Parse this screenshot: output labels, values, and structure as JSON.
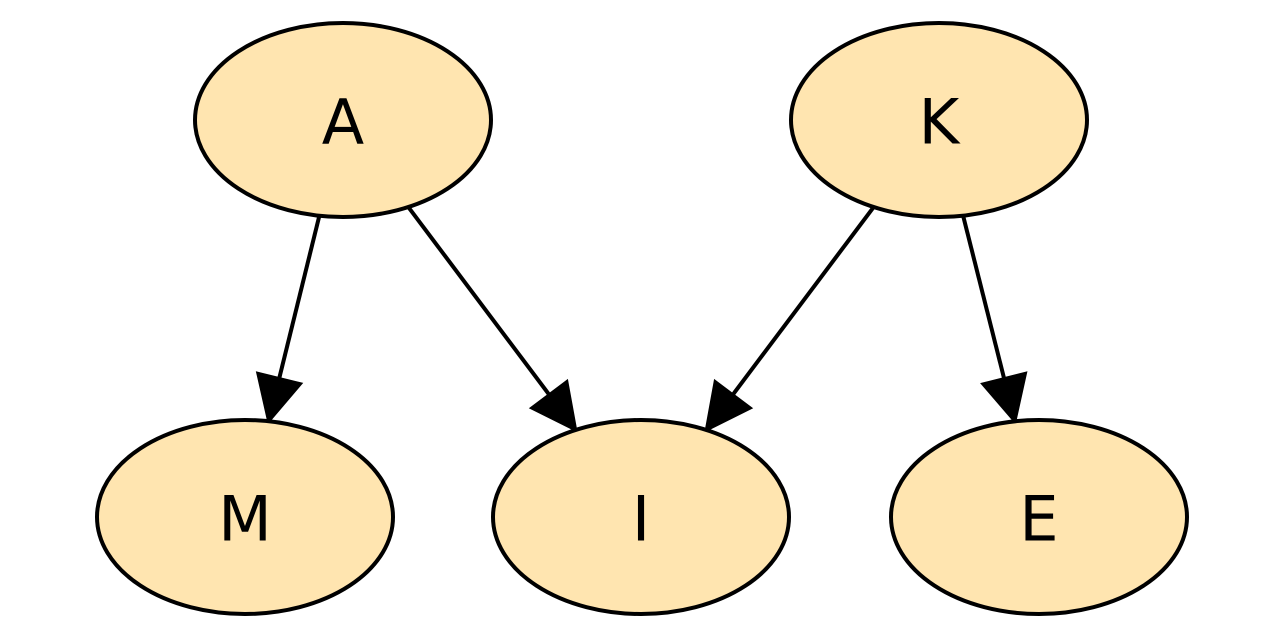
{
  "graph": {
    "node_fill": "#FFE5B0",
    "stroke_color": "#000000",
    "nodes": [
      {
        "id": "A",
        "label": "A"
      },
      {
        "id": "K",
        "label": "K"
      },
      {
        "id": "M",
        "label": "M"
      },
      {
        "id": "I",
        "label": "I"
      },
      {
        "id": "E",
        "label": "E"
      }
    ],
    "edges": [
      {
        "from": "A",
        "to": "M"
      },
      {
        "from": "A",
        "to": "I"
      },
      {
        "from": "K",
        "to": "I"
      },
      {
        "from": "K",
        "to": "E"
      }
    ]
  }
}
